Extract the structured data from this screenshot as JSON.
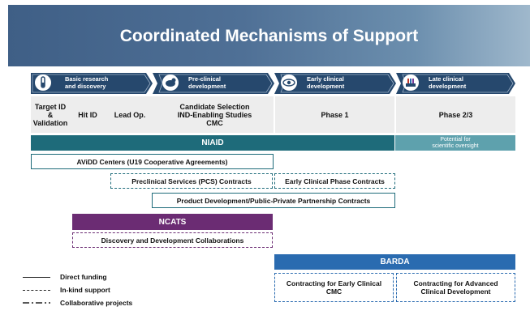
{
  "title": "Coordinated Mechanisms of Support",
  "phases": [
    {
      "label": "Basic research and discovery",
      "line1": "Basic research",
      "line2": "and discovery",
      "icon": "test-tube-icon"
    },
    {
      "label": "Pre-clinical development",
      "line1": "Pre-clinical",
      "line2": "development",
      "icon": "mouse-icon"
    },
    {
      "label": "Early clinical development",
      "line1": "Early clinical",
      "line2": "development",
      "icon": "eye-icon"
    },
    {
      "label": "Late clinical development",
      "line1": "Late clinical",
      "line2": "development",
      "icon": "lab-tray-icon"
    }
  ],
  "stages": {
    "target_id": [
      "Target ID",
      "&",
      "Validation"
    ],
    "hit_id": "Hit ID",
    "lead_op": "Lead Op.",
    "candidate": [
      "Candidate Selection",
      "IND-Enabling Studies",
      "CMC"
    ],
    "phase1": "Phase 1",
    "phase23": "Phase 2/3"
  },
  "niaid": {
    "label": "NIAID",
    "oversight": [
      "Potential for",
      "scientific oversight"
    ]
  },
  "programs": {
    "avidd": "AViDD Centers (U19 Cooperative Agreements)",
    "pcs": "Preclinical Services (PCS) Contracts",
    "early_clinical": "Early Clinical Phase Contracts",
    "product_dev": "Product Development/Public-Private Partnership Contracts",
    "ncats_collab": "Discovery and Development Collaborations",
    "barda_early": [
      "Contracting for Early Clinical",
      "CMC"
    ],
    "barda_advanced": [
      "Contracting for Advanced",
      "Clinical Development"
    ]
  },
  "ncats": {
    "label": "NCATS"
  },
  "barda": {
    "label": "BARDA"
  },
  "legend": {
    "direct": "Direct funding",
    "inkind": "In-kind support",
    "collab": "Collaborative projects"
  },
  "colors": {
    "niaid": "#1e6b7a",
    "oversight": "#5ea1ad",
    "ncats": "#6b2c73",
    "barda": "#2a6bb0",
    "phase": "#26486d"
  }
}
